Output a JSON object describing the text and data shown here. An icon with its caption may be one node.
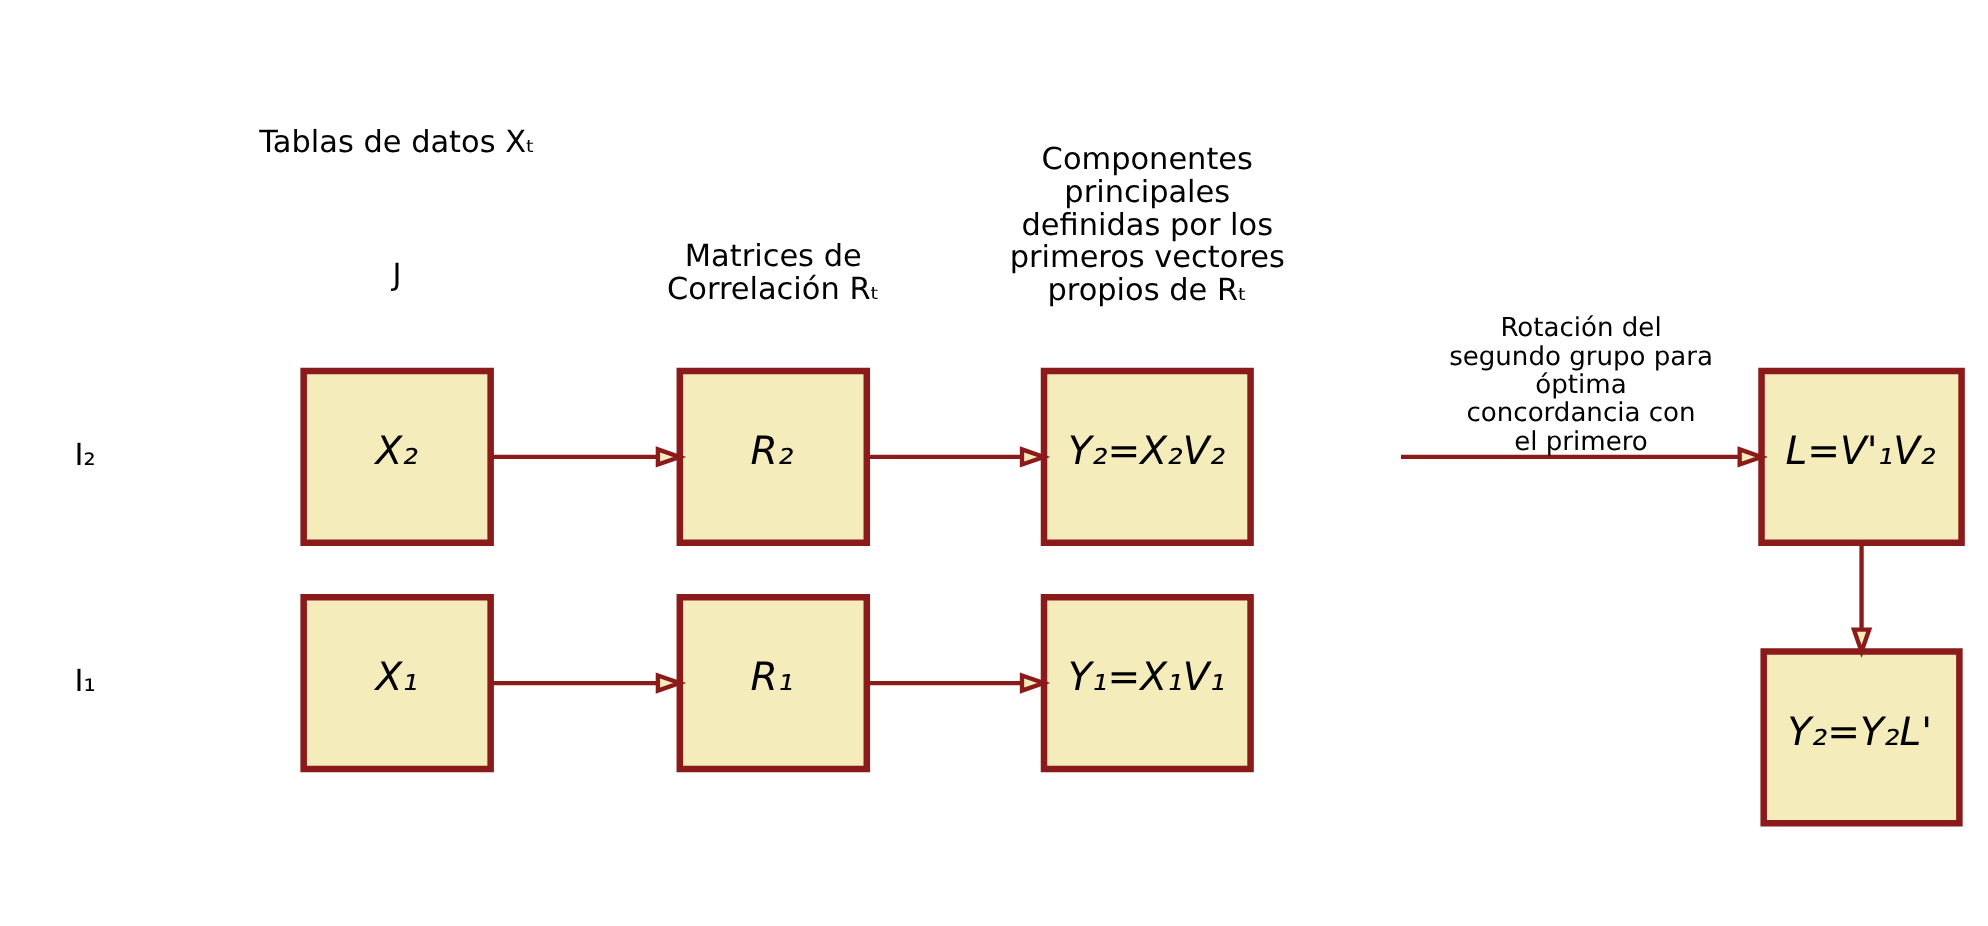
{
  "diagram": {
    "nodes": [
      {
        "text": [
          "X₁"
        ]
      },
      {
        "text": [
          "R₁"
        ]
      },
      {
        "text": [
          "Y₁=X₁V₁"
        ]
      },
      {
        "text": [
          "X₂"
        ]
      },
      {
        "text": [
          "R₂"
        ]
      },
      {
        "text": [
          "Y₂=X₂V₂"
        ]
      },
      {
        "text": [
          "L=V'₁V₂"
        ]
      },
      {
        "text": [
          "Y₂=Y₂L'"
        ]
      }
    ],
    "edges": [
      {
        "from": 0,
        "to": 1,
        "arrow": "to"
      },
      {
        "from": 1,
        "to": 2,
        "arrow": "to"
      },
      {
        "from": 3,
        "to": 4,
        "arrow": "to"
      },
      {
        "from": 4,
        "to": 5,
        "arrow": "to"
      },
      {
        "from": null,
        "to": 6,
        "arrow": "to",
        "label": "Rotación del segundo grupo para óptima concordancia con el primero"
      },
      {
        "from": 6,
        "to": 7,
        "arrow": "to"
      }
    ],
    "labels": [
      "J",
      "I₁",
      "I₂",
      "Tablas de datos Xₜ",
      "Matrices de Correlación Rₜ",
      "Componentes principales definidas por los primeros vectores propios de Rₜ"
    ]
  }
}
